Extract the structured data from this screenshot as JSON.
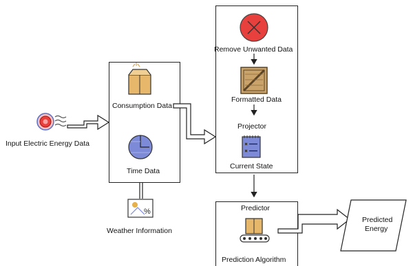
{
  "input": {
    "label": "Input Electric Energy Data"
  },
  "data_box": {
    "consumption": "Consumption Data",
    "time": "Time Data"
  },
  "weather": {
    "label": "Weather Information"
  },
  "projector_box": {
    "remove": "Remove Unwanted Data",
    "formatted": "Formatted Data",
    "projector": "Projector",
    "current_state": "Current State"
  },
  "predictor_box": {
    "predictor": "Predictor",
    "algorithm": "Prediction Algorithm"
  },
  "output": {
    "label_line1": "Predicted",
    "label_line2": "Energy"
  },
  "colors": {
    "stroke": "#222222",
    "red": "#e8403d",
    "blue": "#5a6fc4",
    "tan": "#d9a55a",
    "wood": "#b08a4f"
  }
}
